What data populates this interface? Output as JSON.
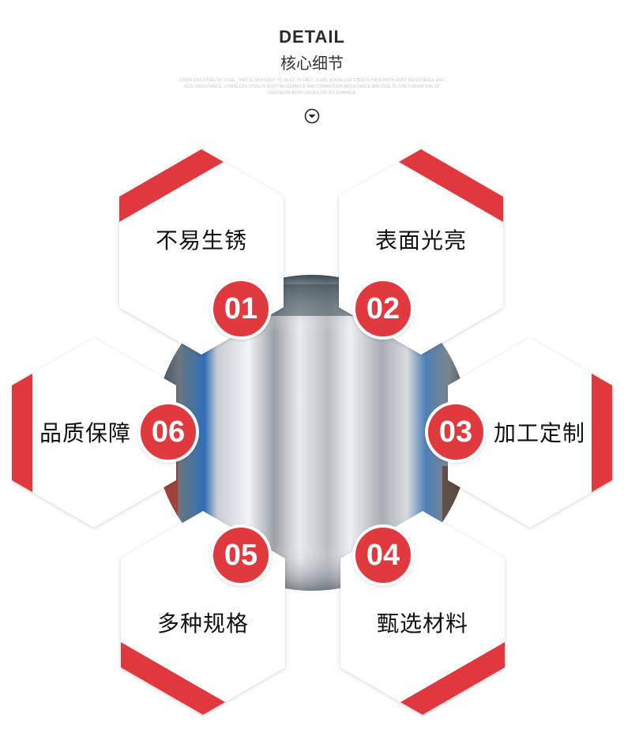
{
  "header": {
    "title": "DETAIL",
    "subtitle": "核心细节",
    "description": "STAINLESS STEEL IS STEEL THAT IS NOT EASY TO RUST. IN FACT, SOME STAINLESS STEELS HAVE BOTH RUST RESISTANCE AND ACID RESISTANCE. STAINLESS STEEL'S RUST RESISTANCE AND CORROSION RESISTANCE ARE DUE TO THE FORMATION OF CHROMIUM-RICH OXIDES ON ITS SURFACE."
  },
  "icons": {
    "scroll": "chevron-down-circle-icon",
    "center": "stainless-steel-coil-photo"
  },
  "colors": {
    "accent": "#e0393e",
    "hex_fill": "#ffffff",
    "text": "#111111"
  },
  "features": [
    {
      "number": "01",
      "label": "不易生锈"
    },
    {
      "number": "02",
      "label": "表面光亮"
    },
    {
      "number": "03",
      "label": "加工定制"
    },
    {
      "number": "04",
      "label": "甄选材料"
    },
    {
      "number": "05",
      "label": "多种规格"
    },
    {
      "number": "06",
      "label": "品质保障"
    }
  ]
}
